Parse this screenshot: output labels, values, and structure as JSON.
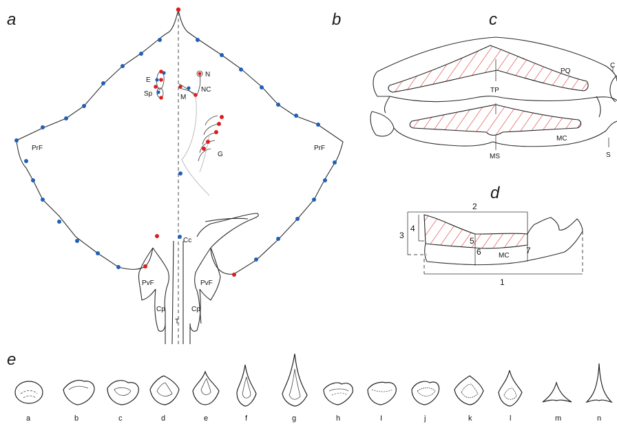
{
  "panels": {
    "a": "a",
    "b": "b",
    "c": "c",
    "d": "d",
    "e": "e"
  },
  "body_labels": {
    "E": "E",
    "Sp": "Sp",
    "N": "N",
    "NC": "NC",
    "M": "M",
    "G": "G",
    "PrF_left": "PrF",
    "PrF_right": "PrF",
    "Cc": "Cc",
    "PvF_left": "PvF",
    "PvF_right": "PvF",
    "Cp_left": "Cp",
    "Cp_right": "Cp",
    "T": "T"
  },
  "jaw_labels": {
    "PQ": "PQ",
    "TP": "TP",
    "MC": "MC",
    "MS": "MS",
    "S": "S",
    "C": "C"
  },
  "measure_labels": {
    "m1": "1",
    "m2": "2",
    "m3": "3",
    "m4": "4",
    "m5": "5",
    "m6": "6",
    "m7": "7",
    "MC": "MC"
  },
  "denticles": [
    "a",
    "b",
    "c",
    "d",
    "e",
    "f",
    "g",
    "h",
    "I",
    "j",
    "k",
    "l",
    "m",
    "n"
  ],
  "colors": {
    "landmark_blue": "#1f5fb8",
    "landmark_red": "#e01b1b",
    "hatch_red": "#e01b1b"
  }
}
